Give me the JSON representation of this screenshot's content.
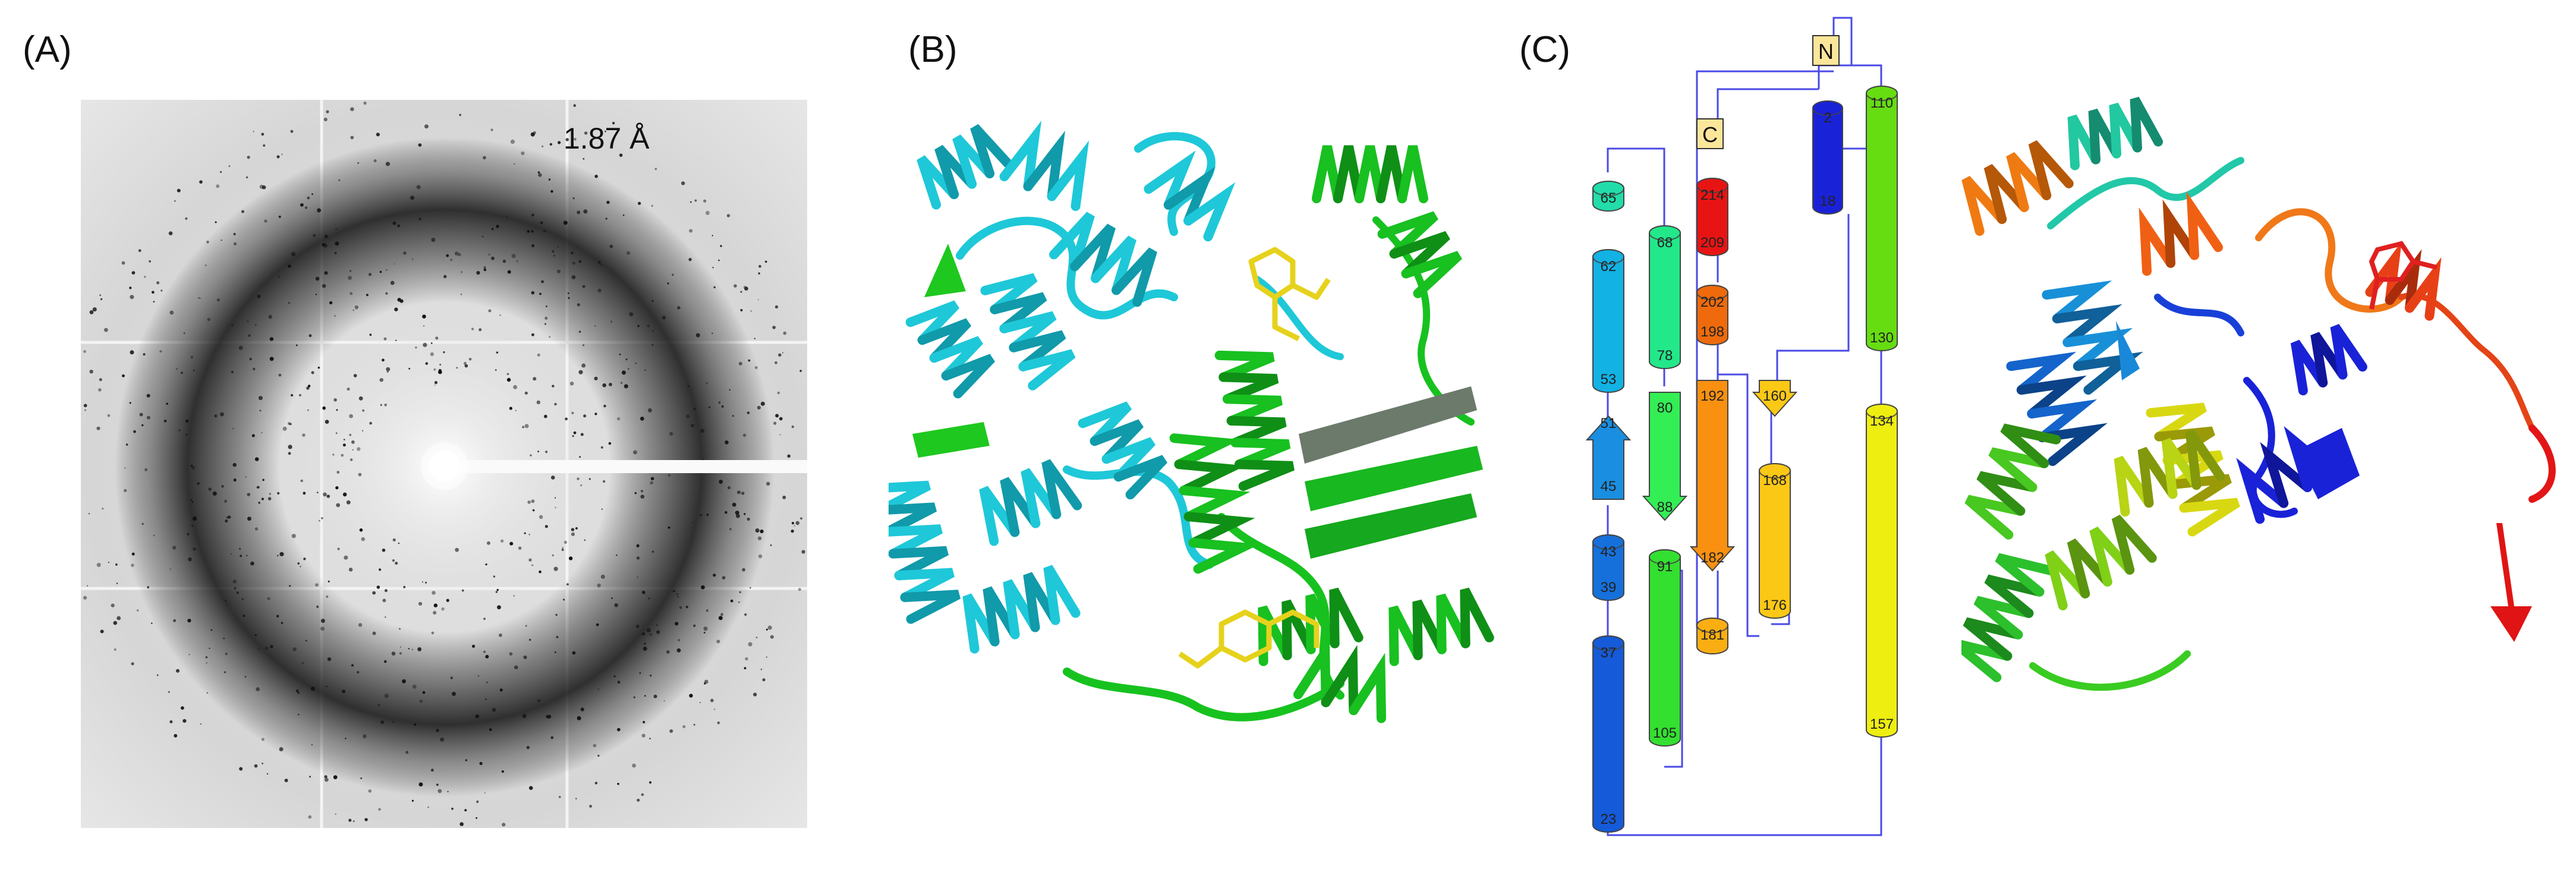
{
  "panels": {
    "a": {
      "label": "(A)",
      "resolution": "1.87 Å"
    },
    "b": {
      "label": "(B)"
    },
    "c": {
      "label": "(C)",
      "n_terminus": "N",
      "c_terminus": "C",
      "elements": [
        {
          "type": "helix",
          "start": "2",
          "end": "18",
          "color": "#1a22d8"
        },
        {
          "type": "helix",
          "start": "110",
          "end": "130",
          "color": "#66dd11"
        },
        {
          "type": "helix",
          "start": "134",
          "end": "157",
          "color": "#eeee11"
        },
        {
          "type": "helix",
          "start": "214",
          "end": "209",
          "color": "#e81414"
        },
        {
          "type": "helix",
          "start": "202",
          "end": "198",
          "color": "#ee6a0c"
        },
        {
          "type": "strand",
          "start": "192",
          "end": "182",
          "color": "#f99010"
        },
        {
          "type": "helix",
          "start": "181",
          "end": "",
          "color": "#fbae12"
        },
        {
          "type": "strand",
          "start": "160",
          "end": "",
          "color": "#fbc816"
        },
        {
          "type": "helix",
          "start": "168",
          "end": "176",
          "color": "#fbc816"
        },
        {
          "type": "helix",
          "start": "65",
          "end": "",
          "color": "#22ddaa"
        },
        {
          "type": "helix",
          "start": "62",
          "end": "53",
          "color": "#12b2e4"
        },
        {
          "type": "strand",
          "start": "51",
          "end": "45",
          "color": "#1a8ee0"
        },
        {
          "type": "helix",
          "start": "43",
          "end": "39",
          "color": "#1670dc"
        },
        {
          "type": "helix",
          "start": "37",
          "end": "23",
          "color": "#155ad8"
        },
        {
          "type": "helix",
          "start": "68",
          "end": "78",
          "color": "#22e88a"
        },
        {
          "type": "strand",
          "start": "80",
          "end": "88",
          "color": "#33ee55"
        },
        {
          "type": "helix",
          "start": "91",
          "end": "105",
          "color": "#33e030"
        }
      ]
    }
  }
}
